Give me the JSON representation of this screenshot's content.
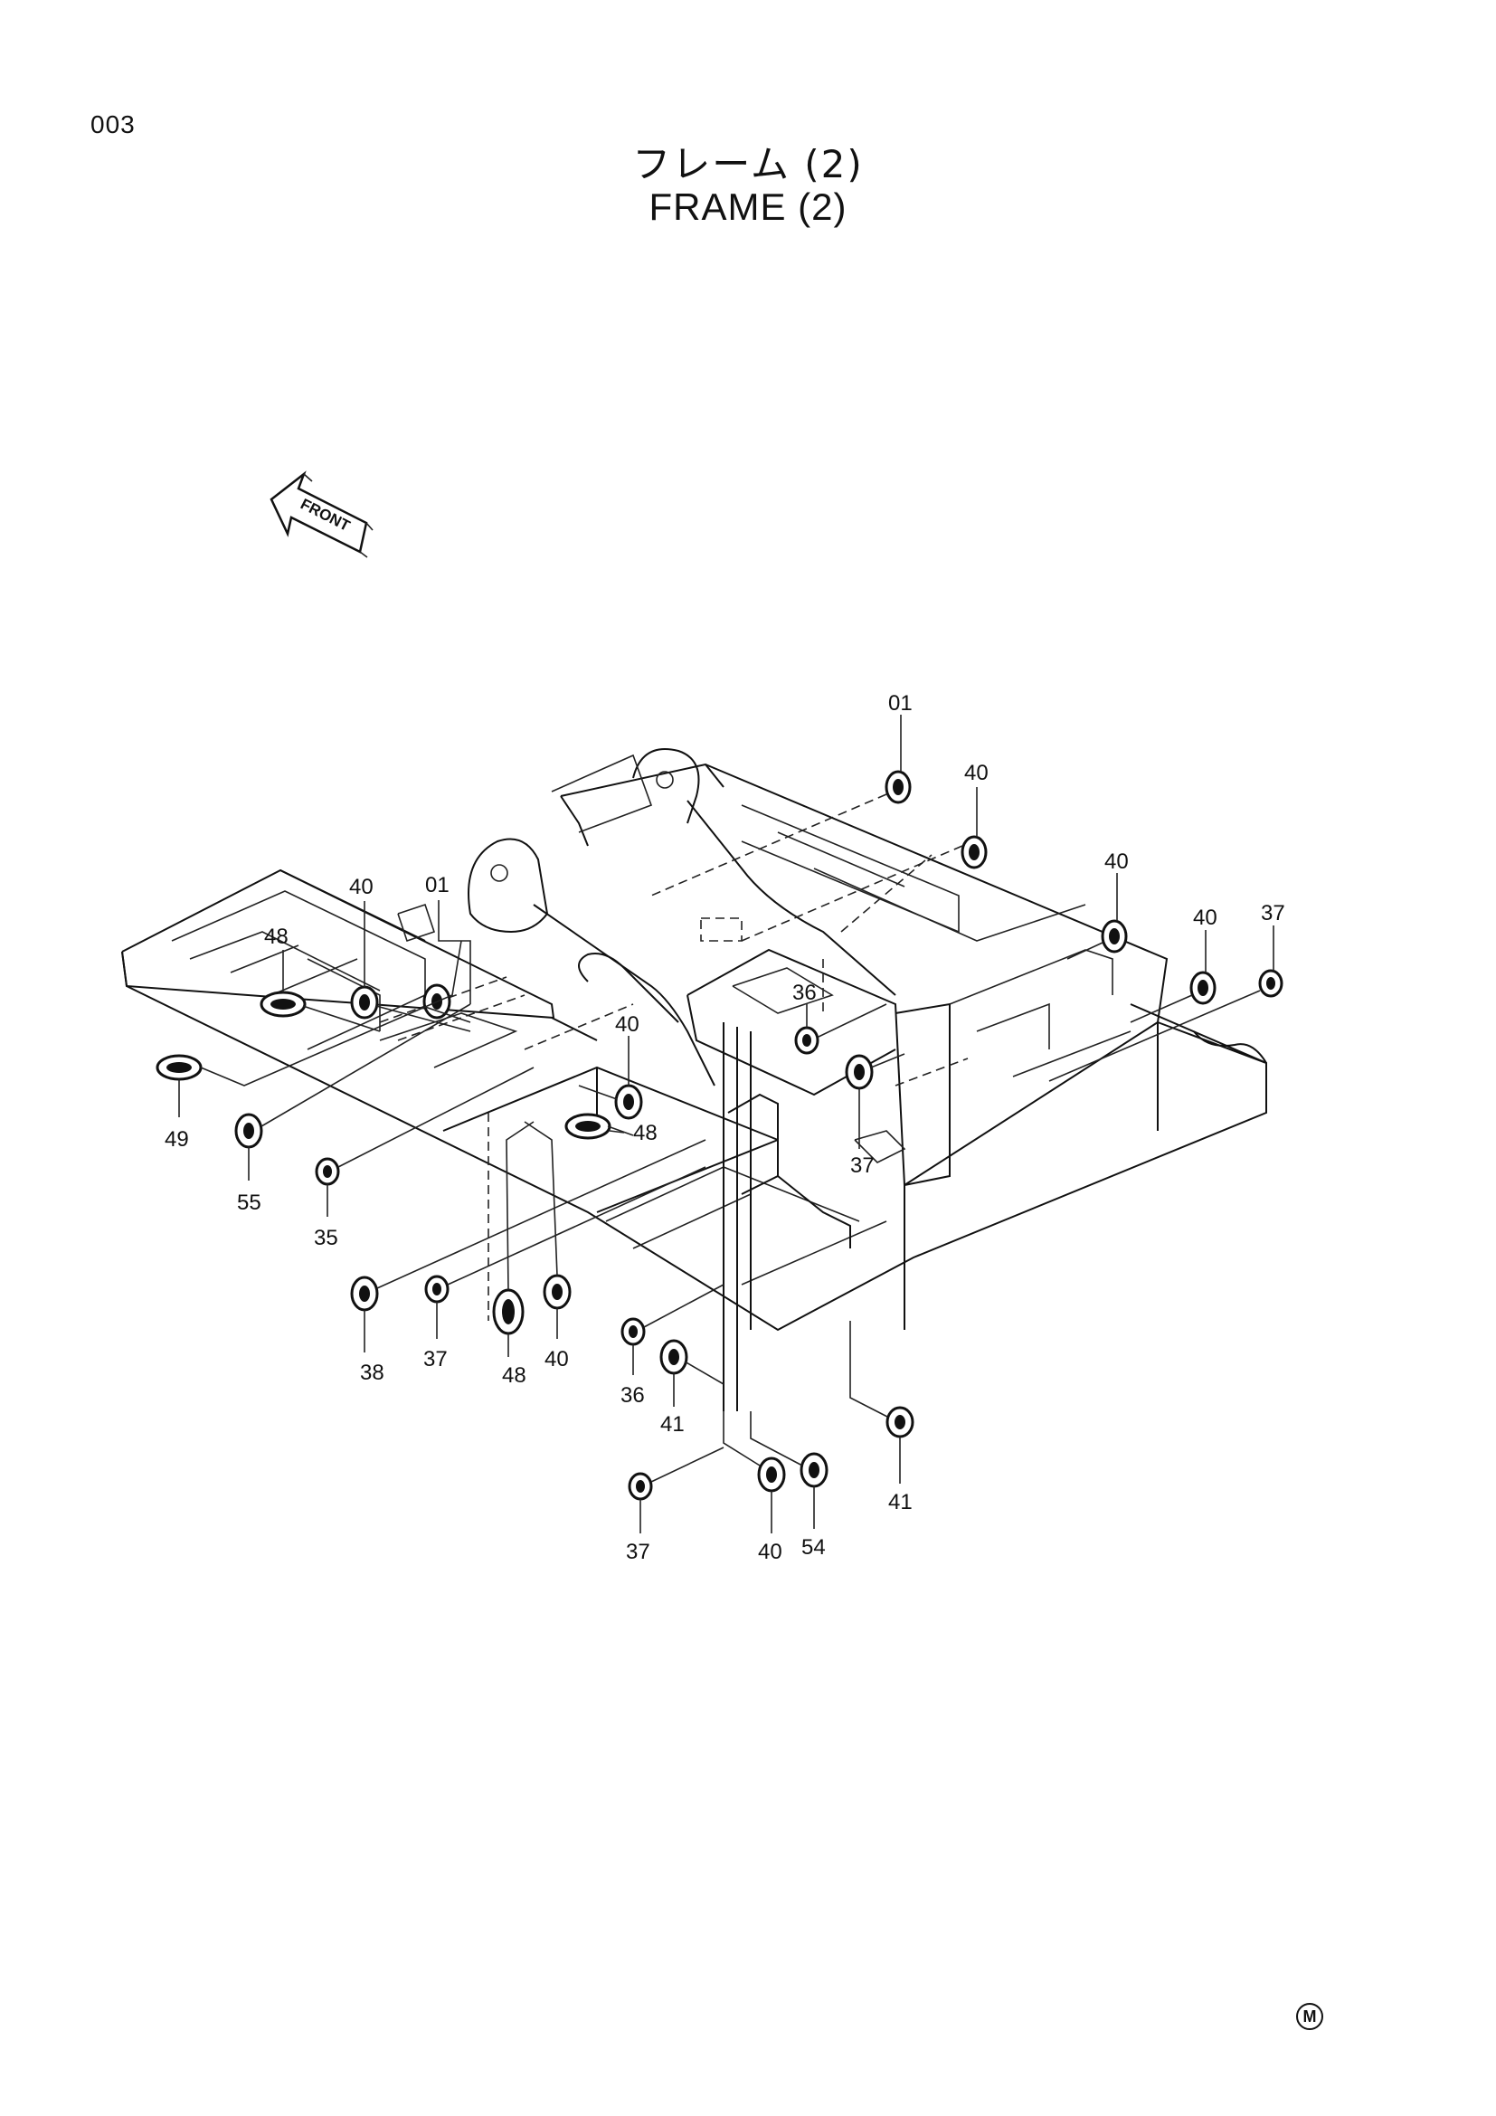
{
  "header": {
    "page_number": "003",
    "title_jp": "フレーム (2)",
    "title_en": "FRAME (2)"
  },
  "front_arrow": {
    "label": "FRONT"
  },
  "footer": {
    "mark": "M"
  },
  "callouts": [
    {
      "id": "c-01-top",
      "label": "01"
    },
    {
      "id": "c-40-a",
      "label": "40"
    },
    {
      "id": "c-40-b",
      "label": "40"
    },
    {
      "id": "c-40-c",
      "label": "40"
    },
    {
      "id": "c-37-a",
      "label": "37"
    },
    {
      "id": "c-40-left",
      "label": "40"
    },
    {
      "id": "c-01-left",
      "label": "01"
    },
    {
      "id": "c-48-a",
      "label": "48"
    },
    {
      "id": "c-49",
      "label": "49"
    },
    {
      "id": "c-55",
      "label": "55"
    },
    {
      "id": "c-35",
      "label": "35"
    },
    {
      "id": "c-40-mid",
      "label": "40"
    },
    {
      "id": "c-48-b",
      "label": "48"
    },
    {
      "id": "c-36-a",
      "label": "36"
    },
    {
      "id": "c-37-b",
      "label": "37"
    },
    {
      "id": "c-38",
      "label": "38"
    },
    {
      "id": "c-37-c",
      "label": "37"
    },
    {
      "id": "c-48-c",
      "label": "48"
    },
    {
      "id": "c-40-d",
      "label": "40"
    },
    {
      "id": "c-36-b",
      "label": "36"
    },
    {
      "id": "c-41-a",
      "label": "41"
    },
    {
      "id": "c-41-b",
      "label": "41"
    },
    {
      "id": "c-37-d",
      "label": "37"
    },
    {
      "id": "c-40-e",
      "label": "40"
    },
    {
      "id": "c-54",
      "label": "54"
    }
  ]
}
